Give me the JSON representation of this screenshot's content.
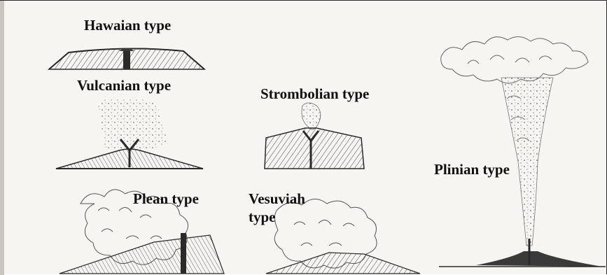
{
  "diagram": {
    "labels": {
      "hawaian": "Hawaian type",
      "vulcanian": "Vulcanian type",
      "strombolian": "Strombolian type",
      "plinian": "Plinian type",
      "plean": "Plean type",
      "vesuviah": "Vesuviah type"
    },
    "colors": {
      "ink": "#2a2a2a",
      "paper": "#f6f5f2",
      "lava": "#3a3a3a"
    }
  }
}
